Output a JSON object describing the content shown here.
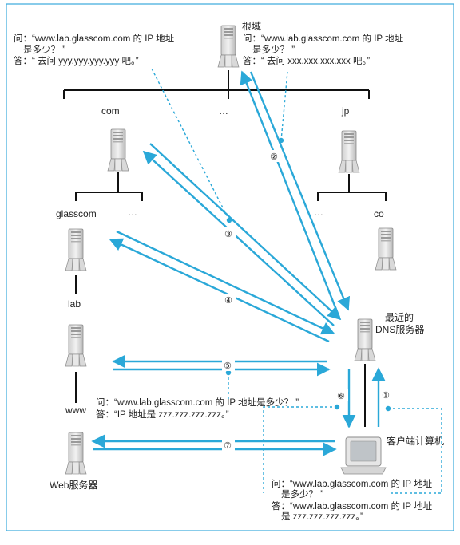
{
  "nodes": {
    "root": {
      "label": "根域"
    },
    "com": {
      "label": "com"
    },
    "top_ellipsis": {
      "label": "…"
    },
    "jp": {
      "label": "jp"
    },
    "glasscom": {
      "label": "glasscom"
    },
    "com_ellipsis": {
      "label": "…"
    },
    "jp_ellipsis": {
      "label": "…"
    },
    "co": {
      "label": "co"
    },
    "lab": {
      "label": "lab"
    },
    "www": {
      "label": "www"
    },
    "nearest_dns": {
      "label_line1": "最近的",
      "label_line2": "DNS服务器"
    },
    "client": {
      "label": "客户端计算机"
    },
    "web_server": {
      "label": "Web服务器"
    }
  },
  "dialogs": {
    "left_root": {
      "q1": "问：“www.lab.glasscom.com 的 IP 地址",
      "q2": "是多少？ ”",
      "a": "答：“ 去问 yyy.yyy.yyy.yyy 吧。”"
    },
    "right_root": {
      "q1": "问：“www.lab.glasscom.com 的 IP 地址",
      "q2": "是多少？ ”",
      "a": "答：“ 去问 xxx.xxx.xxx.xxx 吧。”"
    },
    "www": {
      "q": "问：“www.lab.glasscom.com 的 IP 地址是多少？ ”",
      "a": "答：“IP 地址是 zzz.zzz.zzz.zzz。”"
    },
    "client": {
      "q1": "问：“www.lab.glasscom.com 的 IP 地址",
      "q2": "是多少？ ”",
      "a1": "答：“www.lab.glasscom.com 的 IP 地址",
      "a2": "是 zzz.zzz.zzz.zzz。”"
    }
  },
  "steps": [
    "①",
    "②",
    "③",
    "④",
    "⑤",
    "⑥",
    "⑦"
  ],
  "colors": {
    "arrow": "#2aa8d8",
    "tree_line": "#111111",
    "frame": "#3aa9dc"
  }
}
